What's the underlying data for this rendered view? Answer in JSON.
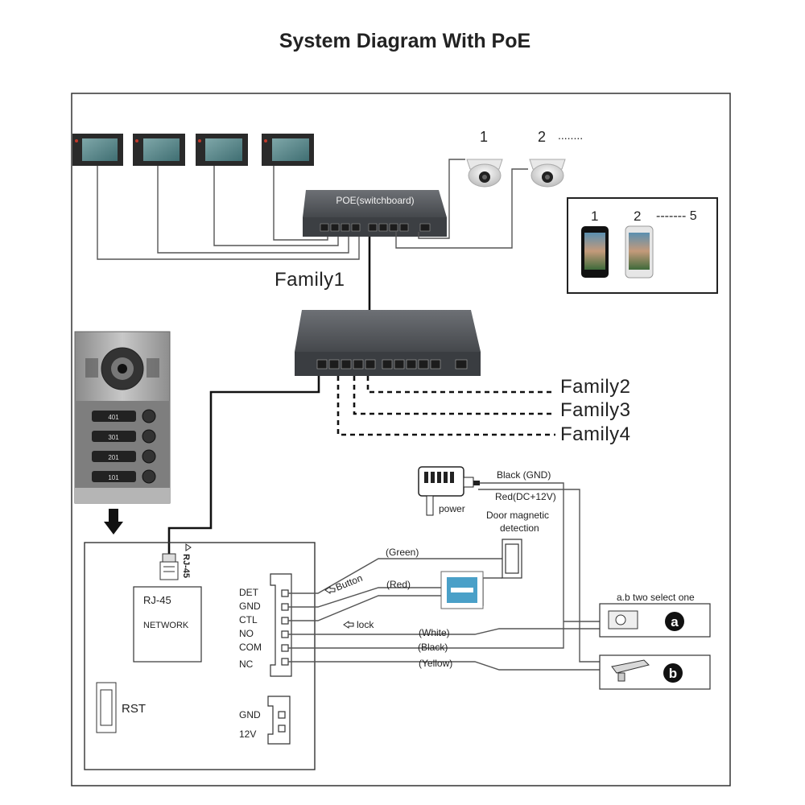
{
  "title": "System Diagram With PoE",
  "poe_switch": {
    "label": "POE(switchboard)"
  },
  "families": {
    "family1": "Family1",
    "family2": "Family2",
    "family3": "Family3",
    "family4": "Family4"
  },
  "cameras": {
    "cam1": "1",
    "cam2": "2",
    "more": "........"
  },
  "phones": {
    "p1": "1",
    "p2": "2",
    "more": "------- 5"
  },
  "outdoor_panel": {
    "buttons": [
      "401",
      "301",
      "201",
      "101"
    ]
  },
  "power": {
    "label": "power",
    "black_gnd": "Black (GND)",
    "red_dc": "Red(DC+12V)"
  },
  "door_magnetic": {
    "line1": "Door magnetic",
    "line2": "detection"
  },
  "wires": {
    "green": "(Green)",
    "red": "(Red)",
    "white": "(White)",
    "black": "(Black)",
    "yellow": "(Yellow)"
  },
  "controller": {
    "rj45_side": "RJ-45",
    "rj45_box": "RJ-45",
    "network": "NETWORK",
    "rst": "RST",
    "button_label": "Button",
    "lock_label": "lock",
    "terminals": [
      "DET",
      "GND",
      "CTL",
      "NO",
      "COM",
      "NC"
    ],
    "power_terminals": [
      "GND",
      "12V"
    ]
  },
  "locks": {
    "select_text": "a.b two select one",
    "a": "a",
    "b": "b"
  },
  "colors": {
    "line": "#111111",
    "switch_body": "#4a4d52",
    "panel_metal": "#9a9a9a",
    "screen": "#5a8a8e"
  }
}
